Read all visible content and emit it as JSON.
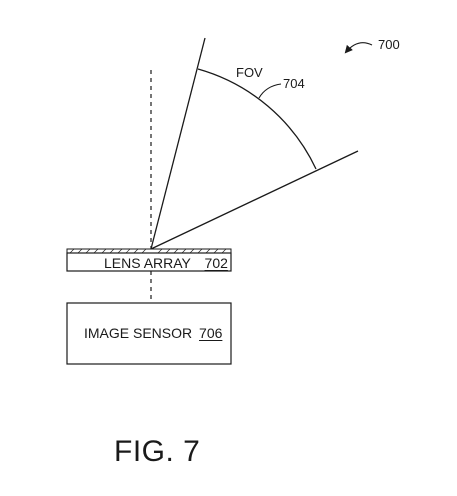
{
  "figure": {
    "ref_number": "700",
    "caption": "FIG. 7",
    "fov": {
      "label": "FOV",
      "ref": "704"
    },
    "lens_array": {
      "label": "LENS ARRAY",
      "ref": "702"
    },
    "image_sensor": {
      "label": "IMAGE SENSOR",
      "ref": "706"
    }
  }
}
